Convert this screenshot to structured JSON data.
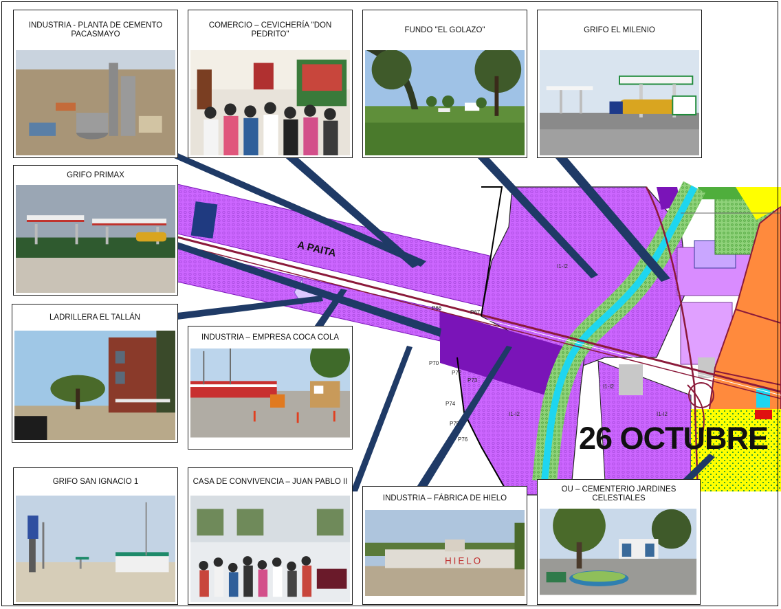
{
  "map": {
    "road_label": "A PAITA",
    "district_label": "26 OCTUBRE",
    "zone_code": "I1-I2",
    "point_labels": [
      "P66",
      "P67",
      "P70",
      "P72",
      "P73",
      "P74",
      "P75",
      "P76"
    ],
    "colors": {
      "industrial_violet": "#cc66ff",
      "dark_violet": "#7a14b8",
      "river": "#1ed6f0",
      "river_bank": "#6fbf5a",
      "residential_orange": "#ff8a3d",
      "commercial_yellow": "#ffff00",
      "green_area": "#4fae3c",
      "road_maroon": "#8b1a3a",
      "pointer_navy": "#1f3a66"
    }
  },
  "cards": [
    {
      "id": "planta-cemento",
      "title": "INDUSTRIA - PLANTA DE CEMENTO PACASMAYO",
      "scene": "cement"
    },
    {
      "id": "cevicheria",
      "title": "COMERCIO – CEVICHERÍA \"DON PEDRITO\"",
      "scene": "meeting"
    },
    {
      "id": "fundo-golazo",
      "title": "FUNDO \"EL GOLAZO\"",
      "scene": "field"
    },
    {
      "id": "grifo-milenio",
      "title": "GRIFO EL MILENIO",
      "scene": "gas"
    },
    {
      "id": "grifo-primax",
      "title": "GRIFO PRIMAX",
      "scene": "gas2"
    },
    {
      "id": "ladrillera",
      "title": "LADRILLERA EL TALLÁN",
      "scene": "brick"
    },
    {
      "id": "coca-cola",
      "title": "INDUSTRIA – EMPRESA COCA COLA",
      "scene": "yard"
    },
    {
      "id": "san-ignacio",
      "title": "GRIFO SAN IGNACIO 1",
      "scene": "desert"
    },
    {
      "id": "casa-convivencia",
      "title": "CASA DE CONVIVENCIA – JUAN PABLO II",
      "scene": "hall"
    },
    {
      "id": "fabrica-hielo",
      "title": "INDUSTRIA – FÁBRICA DE HIELO",
      "scene": "wall"
    },
    {
      "id": "cementerio",
      "title": "OU – CEMENTERIO JARDINES CELESTIALES",
      "scene": "park"
    }
  ]
}
